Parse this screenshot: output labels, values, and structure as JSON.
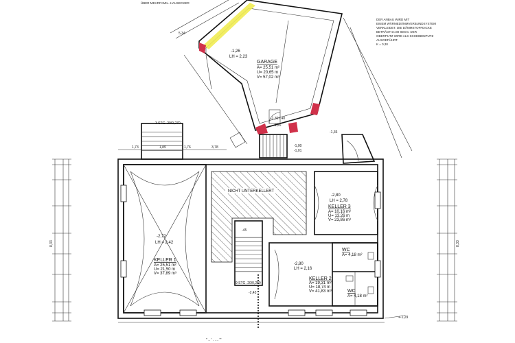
{
  "header": {
    "top_note": "ÜBER MEHRFAMIL.-HAUSECKER"
  },
  "note_right": [
    "DER ANBAU WIRD MIT",
    "EINEM WÄRMEDÄMMVERBUNDSYSTEM",
    "VERKLEIDET. DIE DÄMMSTOFFDICKE",
    "BETRÄGT D=80 80mm. DER",
    "OBERPUTZ WIRD ALS SCHEIBENPUTZ",
    "AUSGEFÜHRT.",
    "K = 0,30"
  ],
  "rooms": {
    "garage": {
      "title": "GARAGE",
      "area": "A= 25,51 m²",
      "perimeter": "U= 20,65 m",
      "volume": "V= 57,02 m³",
      "height_tag": "-1,26",
      "lh": "LH = 2,23"
    },
    "keller1": {
      "title": "KELLER 1",
      "height_tag": "-2,72",
      "lh": "LH = 2,42",
      "area": "A= 25,51 m²",
      "perimeter": "U= 21,50 m",
      "volume": "V= 37,89 m³"
    },
    "keller2": {
      "title": "KELLER 2",
      "height_tag": "-2,80",
      "lh": "LH = 2,16",
      "area": "A= 19,31 m²",
      "perimeter": "U= 18,74 m",
      "volume": "V= 41,83 m³"
    },
    "keller3": {
      "title": "KELLER 3",
      "height_tag": "-2,80",
      "lh": "LH = 2,78",
      "area": "A= 10,16 m²",
      "perimeter": "U= 13,26 m",
      "volume": "V= 23,86 m³"
    },
    "wc1": {
      "title": "WC",
      "area": "A= 4,18 m²"
    },
    "wc2": {
      "title": "WC",
      "area": "A= 4,18 m²"
    },
    "unterkellert": {
      "label": "NICHT UNTERKELLERT"
    }
  },
  "stair_tags": {
    "top": "-1,30 / 40",
    "mid_level": "-1,26",
    "step_a": "-1,00",
    "step_b": "-1,01",
    "right_tag": "-1,36",
    "lower_tag": "-45",
    "bottom_tag": "-2,43",
    "stufen": "9 STG. 20/0,250",
    "stufen_top": "3 STG. 20/0,270"
  },
  "dims": {
    "left_total": "8,33",
    "right_total": "8,33",
    "bottom_note": "+-1,29",
    "top_a": "5,34",
    "top_b": "1,76",
    "top_c": "1,73",
    "top_d": "3,78",
    "top_e": "1,85"
  },
  "footer": {
    "marks": "'' .. ' . . .. '''"
  }
}
